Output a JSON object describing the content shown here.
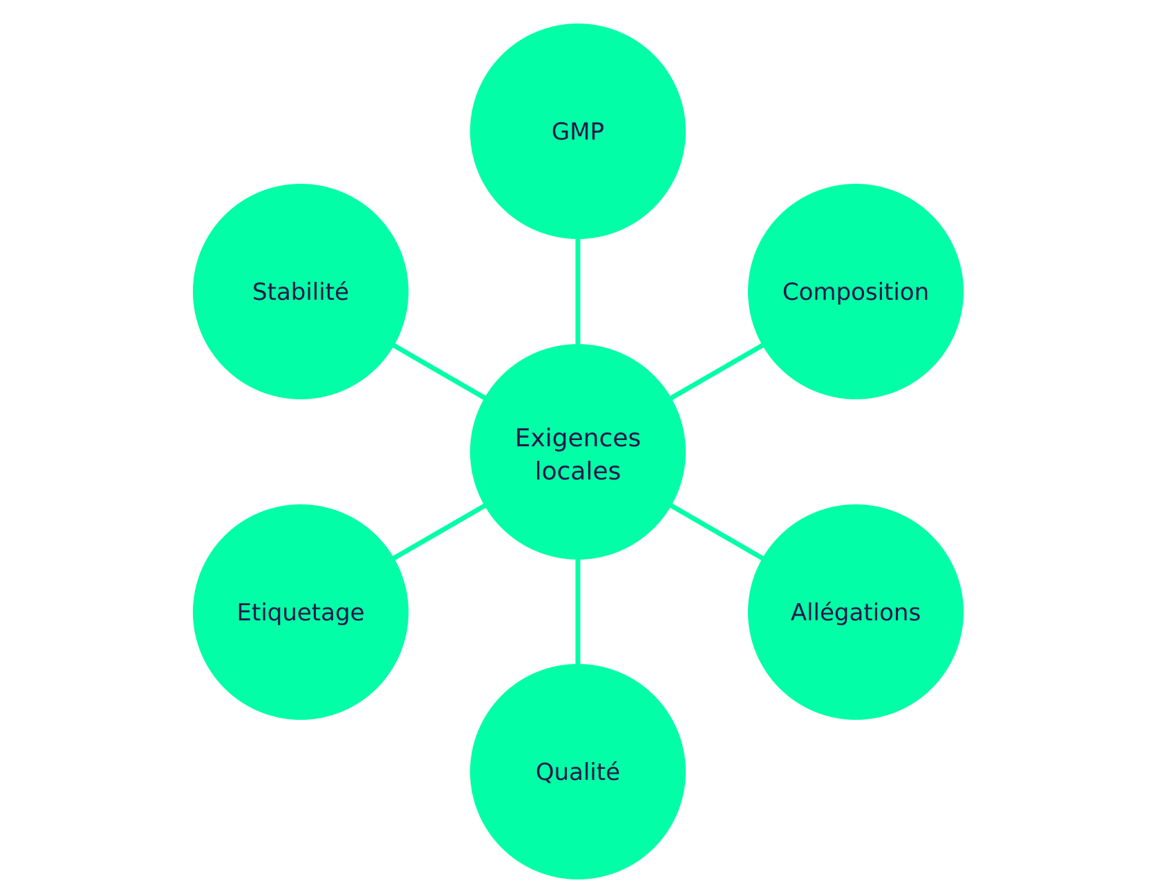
{
  "diagram": {
    "type": "hub-and-spoke",
    "colors": {
      "node_fill": "#02FEA6",
      "connector": "#02FEA6",
      "text": "#23174a",
      "background": "#ffffff"
    },
    "center": {
      "id": "center",
      "lines": [
        "Exigences",
        "locales"
      ]
    },
    "nodes": [
      {
        "id": "gmp",
        "label": "GMP",
        "position": "top"
      },
      {
        "id": "composition",
        "label": "Composition",
        "position": "top-right"
      },
      {
        "id": "allegations",
        "label": "Allégations",
        "position": "bottom-right"
      },
      {
        "id": "qualite",
        "label": "Qualité",
        "position": "bottom"
      },
      {
        "id": "etiquetage",
        "label": "Etiquetage",
        "position": "bottom-left"
      },
      {
        "id": "stabilite",
        "label": "Stabilité",
        "position": "top-left"
      }
    ],
    "edges": [
      {
        "from": "center",
        "to": "gmp"
      },
      {
        "from": "center",
        "to": "composition"
      },
      {
        "from": "center",
        "to": "allegations"
      },
      {
        "from": "center",
        "to": "qualite"
      },
      {
        "from": "center",
        "to": "etiquetage"
      },
      {
        "from": "center",
        "to": "stabilite"
      }
    ]
  }
}
